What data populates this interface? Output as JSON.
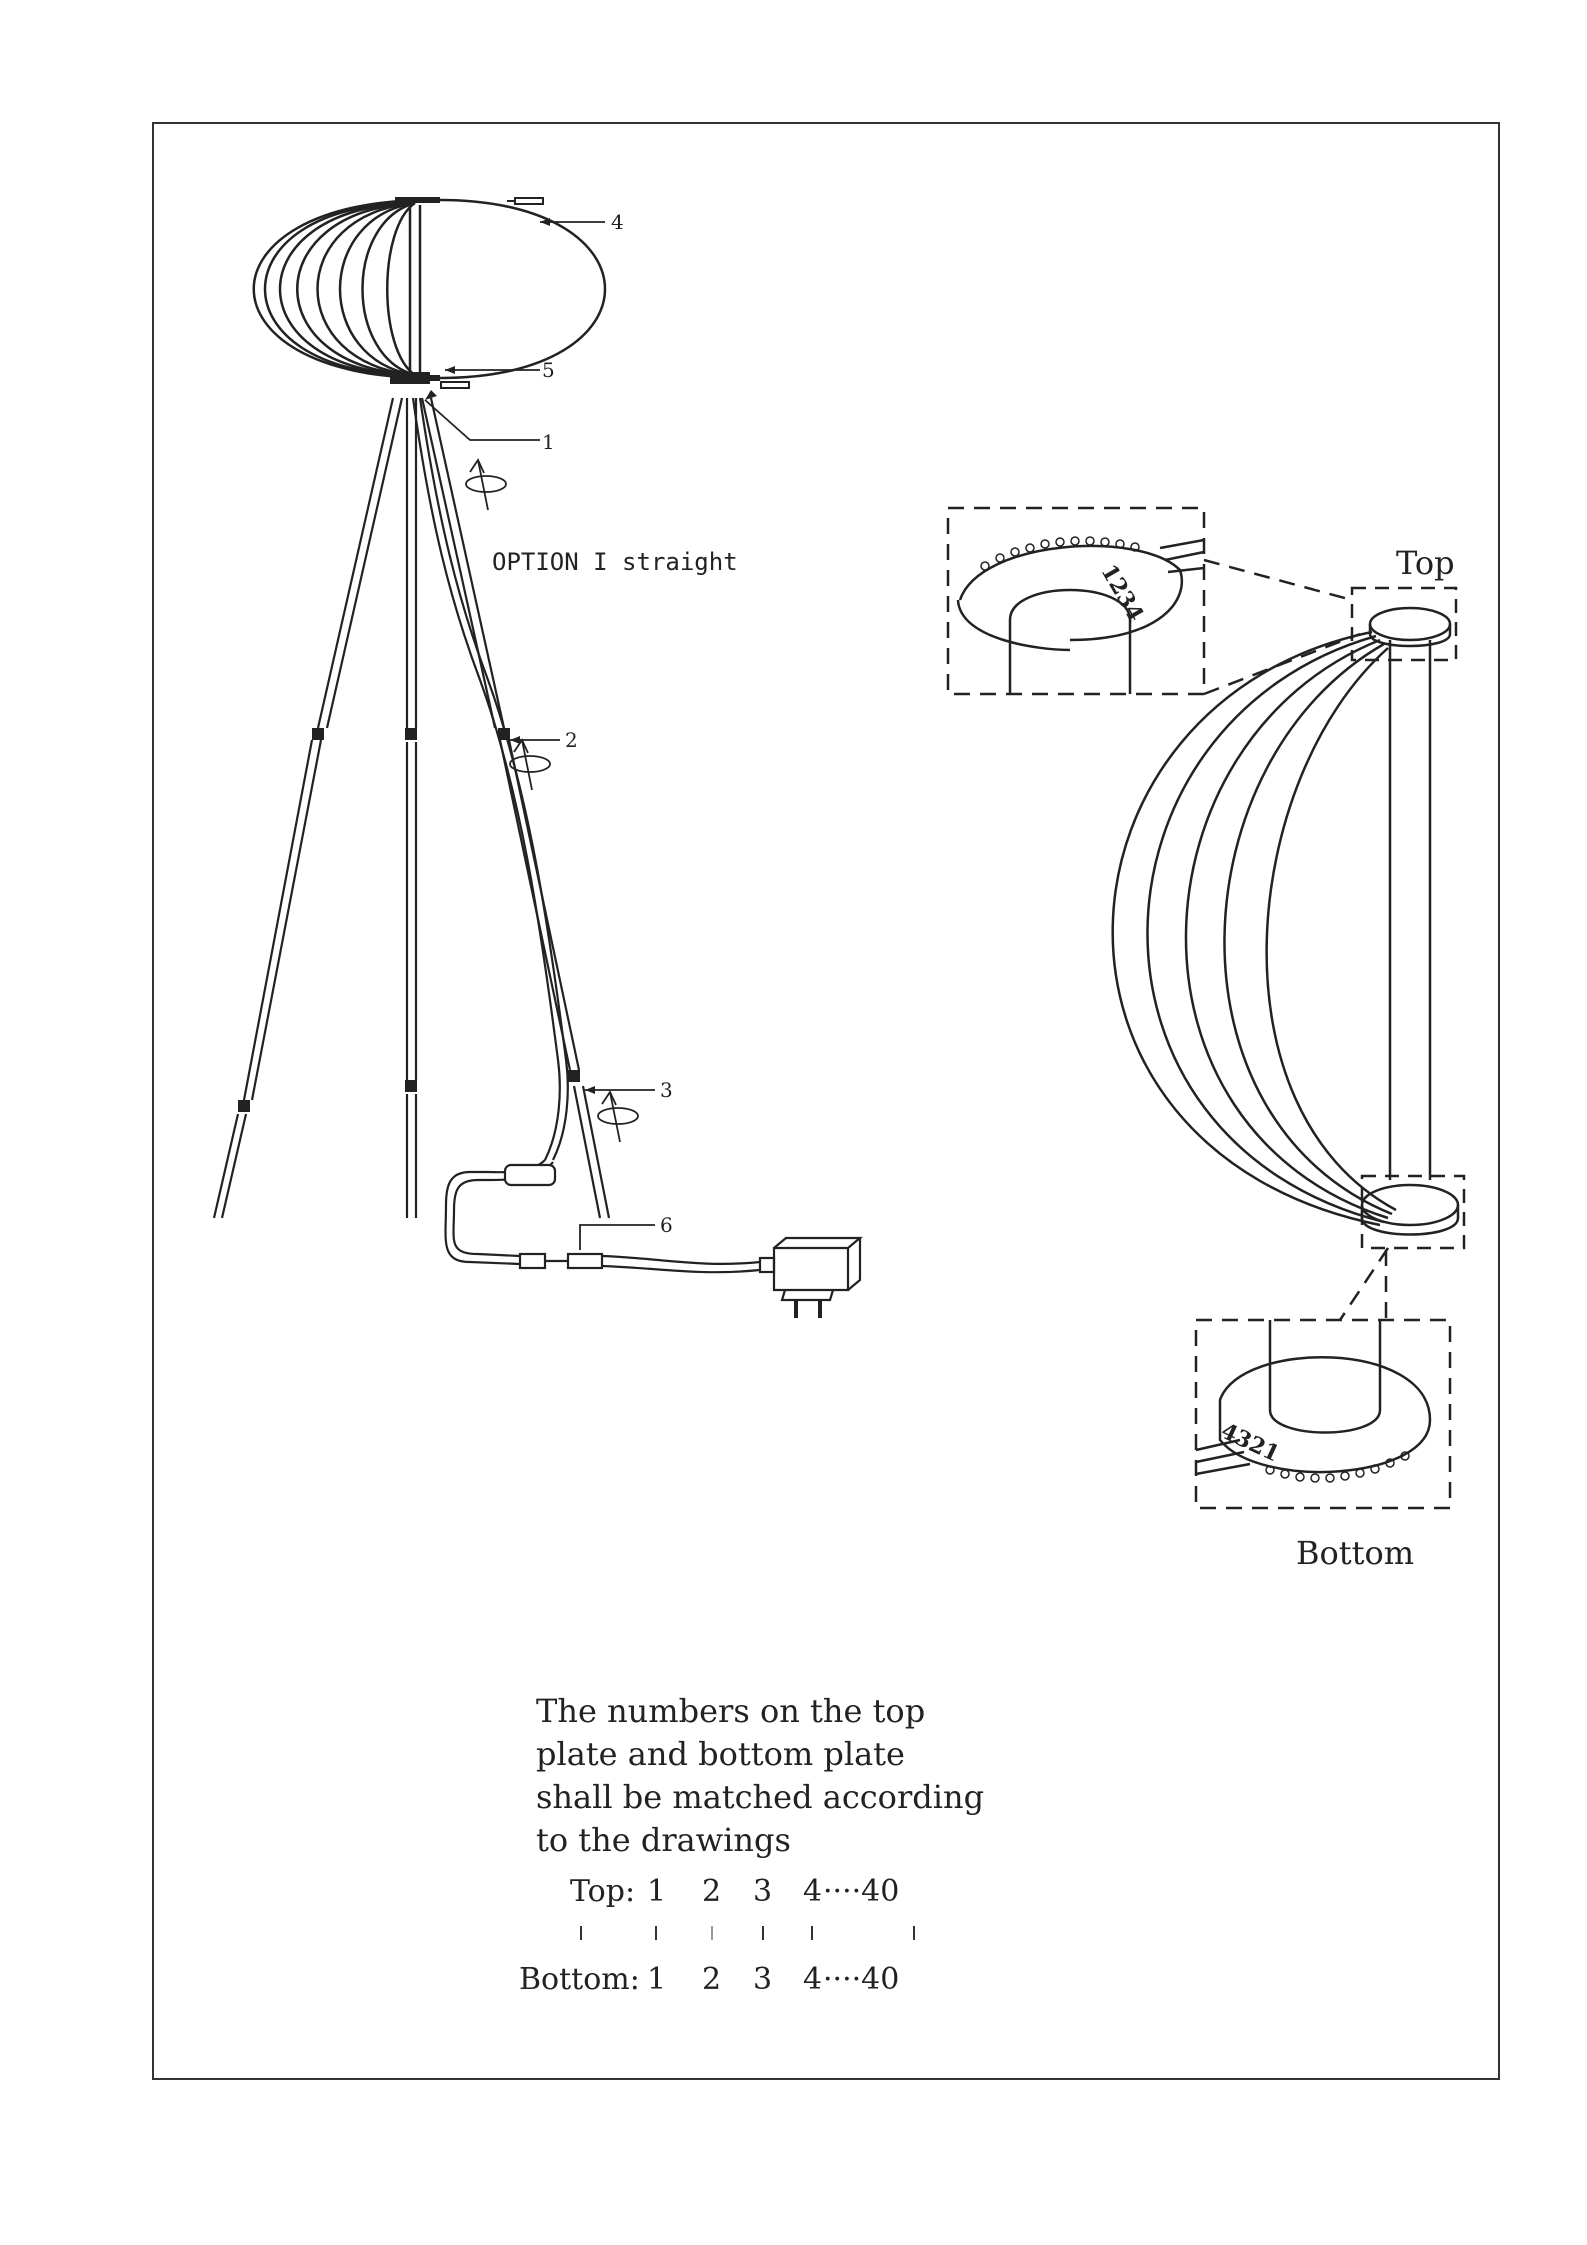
{
  "callouts": {
    "c1": "1",
    "c2": "2",
    "c3": "3",
    "c4": "4",
    "c5": "5",
    "c6": "6"
  },
  "option_label": "OPTION I straight",
  "plate_labels": {
    "top": "Top",
    "bottom": "Bottom",
    "top_digits": "1234",
    "bottom_digits": "4321"
  },
  "note": {
    "lines": [
      "The numbers on the top",
      "plate and bottom plate",
      "shall be matched according",
      "to the drawings"
    ]
  },
  "mapping": {
    "top_label": "Top:",
    "bottom_label": "Bottom:",
    "values": [
      "1",
      "2",
      "3",
      "4",
      "····40"
    ]
  }
}
